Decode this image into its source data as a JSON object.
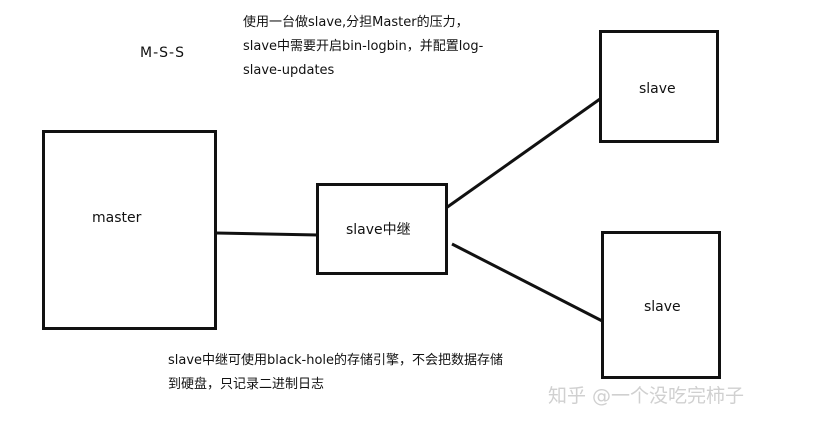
{
  "diagram": {
    "title": "M-S-S",
    "top_note": {
      "lines": [
        "使用一台做slave,分担Master的压力，",
        "slave中需要开启bin-logbin，并配置log-",
        "slave-updates"
      ]
    },
    "bottom_note": {
      "lines": [
        "slave中继可使用black-hole的存储引擎，不会把数据存储",
        "到硬盘，只记录二进制日志"
      ]
    },
    "nodes": {
      "master": "master",
      "relay": "slave中继",
      "slave_top": "slave",
      "slave_bottom": "slave"
    },
    "watermark": "知乎 @一个没吃完柿子"
  }
}
